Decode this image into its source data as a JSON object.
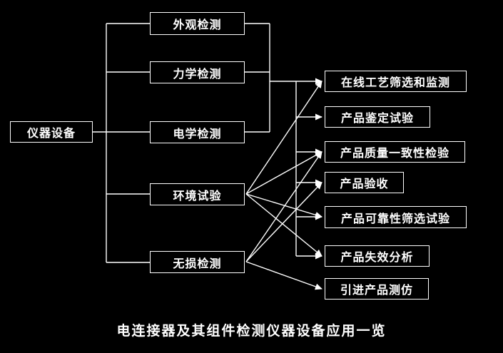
{
  "diagram": {
    "root": {
      "label": "仪器设备"
    },
    "middle_nodes": [
      {
        "id": "appearance",
        "label": "外观检测"
      },
      {
        "id": "mechanical",
        "label": "力学检测"
      },
      {
        "id": "electrical",
        "label": "电学检测"
      },
      {
        "id": "environment",
        "label": "环境试验"
      },
      {
        "id": "ndt",
        "label": "无损检测"
      }
    ],
    "right_nodes": [
      {
        "id": "online-screening",
        "label": "在线工艺筛选和监测"
      },
      {
        "id": "qualification-test",
        "label": "产品鉴定试验"
      },
      {
        "id": "quality-consistency",
        "label": "产品质量一致性检验"
      },
      {
        "id": "acceptance",
        "label": "产品验收"
      },
      {
        "id": "reliability-screening",
        "label": "产品可靠性筛选试验"
      },
      {
        "id": "failure-analysis",
        "label": "产品失效分析"
      },
      {
        "id": "imitation",
        "label": "引进产品测仿"
      }
    ],
    "edges": {
      "root_to": [
        "外观检测",
        "力学检测",
        "电学检测",
        "环境试验",
        "无损检测"
      ],
      "bracket_sources": [
        "外观检测",
        "力学检测",
        "电学检测"
      ],
      "bracket_targets": [
        "在线工艺筛选和监测",
        "产品鉴定试验",
        "产品质量一致性检验",
        "产品验收",
        "产品可靠性筛选试验",
        "产品失效分析"
      ],
      "environment_to": [
        "在线工艺筛选和监测",
        "产品质量一致性检验",
        "产品可靠性筛选试验",
        "产品失效分析"
      ],
      "ndt_to": [
        "产品质量一致性检验",
        "产品验收",
        "引进产品测仿"
      ]
    },
    "caption": "电连接器及其组件检测仪器设备应用一览"
  },
  "colors": {
    "background": "#000000",
    "line": "#ffffff",
    "text": "#ffffff",
    "box_border": "#ffffff"
  }
}
